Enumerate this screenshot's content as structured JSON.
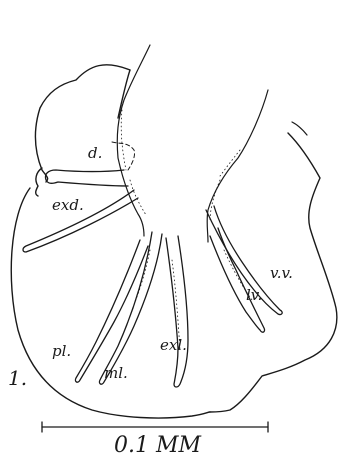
{
  "figure": {
    "number": "1.",
    "labels": {
      "d": "d.",
      "exd": "exd.",
      "pl": "pl.",
      "ml": "ml.",
      "exl": "exl.",
      "lv": "lv.",
      "vv": "v.v."
    },
    "scale_bar": {
      "label": "0.1 MM"
    },
    "ink_color": "#1a1a1a",
    "background": "#ffffff"
  }
}
